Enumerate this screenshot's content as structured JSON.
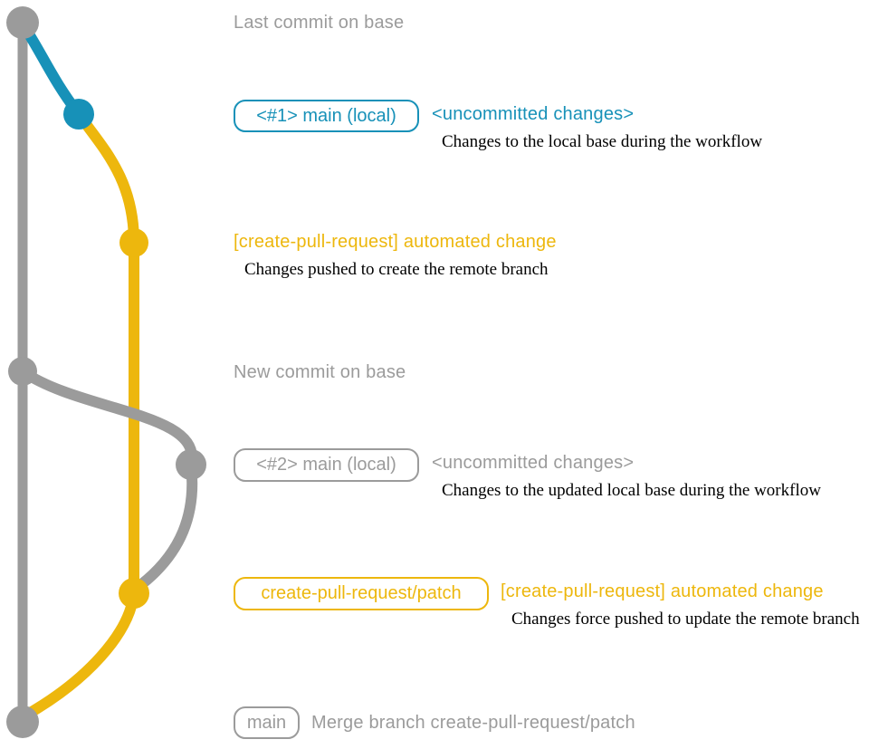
{
  "colors": {
    "base_gray": "#9B9B9B",
    "main_local_blue": "#1791B8",
    "patch_yellow": "#EDB70D",
    "description_text": "#000000",
    "background": "#FFFFFF"
  },
  "graph": {
    "branches": [
      {
        "name": "base",
        "color_key": "base_gray"
      },
      {
        "name": "main (local)",
        "color_key": "main_local_blue"
      },
      {
        "name": "create-pull-request/patch",
        "color_key": "patch_yellow"
      }
    ],
    "commit_sequence": [
      "last commit on base (gray)",
      "<#1> main (local) uncommitted changes (blue)",
      "[create-pull-request] automated change (yellow)",
      "new commit on base (gray)",
      "<#2> main (local) uncommitted changes (gray)",
      "[create-pull-request] automated change force push (yellow)",
      "merge branch create-pull-request/patch into main (gray)"
    ]
  },
  "labels": {
    "last_commit_on_base": "Last commit on base",
    "main_local_tag_1": "<#1> main (local)",
    "uncommitted_changes_1": "<uncommitted changes>",
    "description_local_base": "Changes to the local base during the workflow",
    "automated_change_1": "[create-pull-request] automated change",
    "description_push_create": "Changes pushed to create the remote branch",
    "new_commit_on_base": "New commit on base",
    "main_local_tag_2": "<#2> main (local)",
    "uncommitted_changes_2": "<uncommitted changes>",
    "description_updated_base": "Changes to the updated local base during the workflow",
    "patch_branch_tag": "create-pull-request/patch",
    "automated_change_2": "[create-pull-request] automated change",
    "description_force_push": "Changes force pushed to update the remote branch",
    "main_tag": "main",
    "merge_message": "Merge branch create-pull-request/patch"
  }
}
